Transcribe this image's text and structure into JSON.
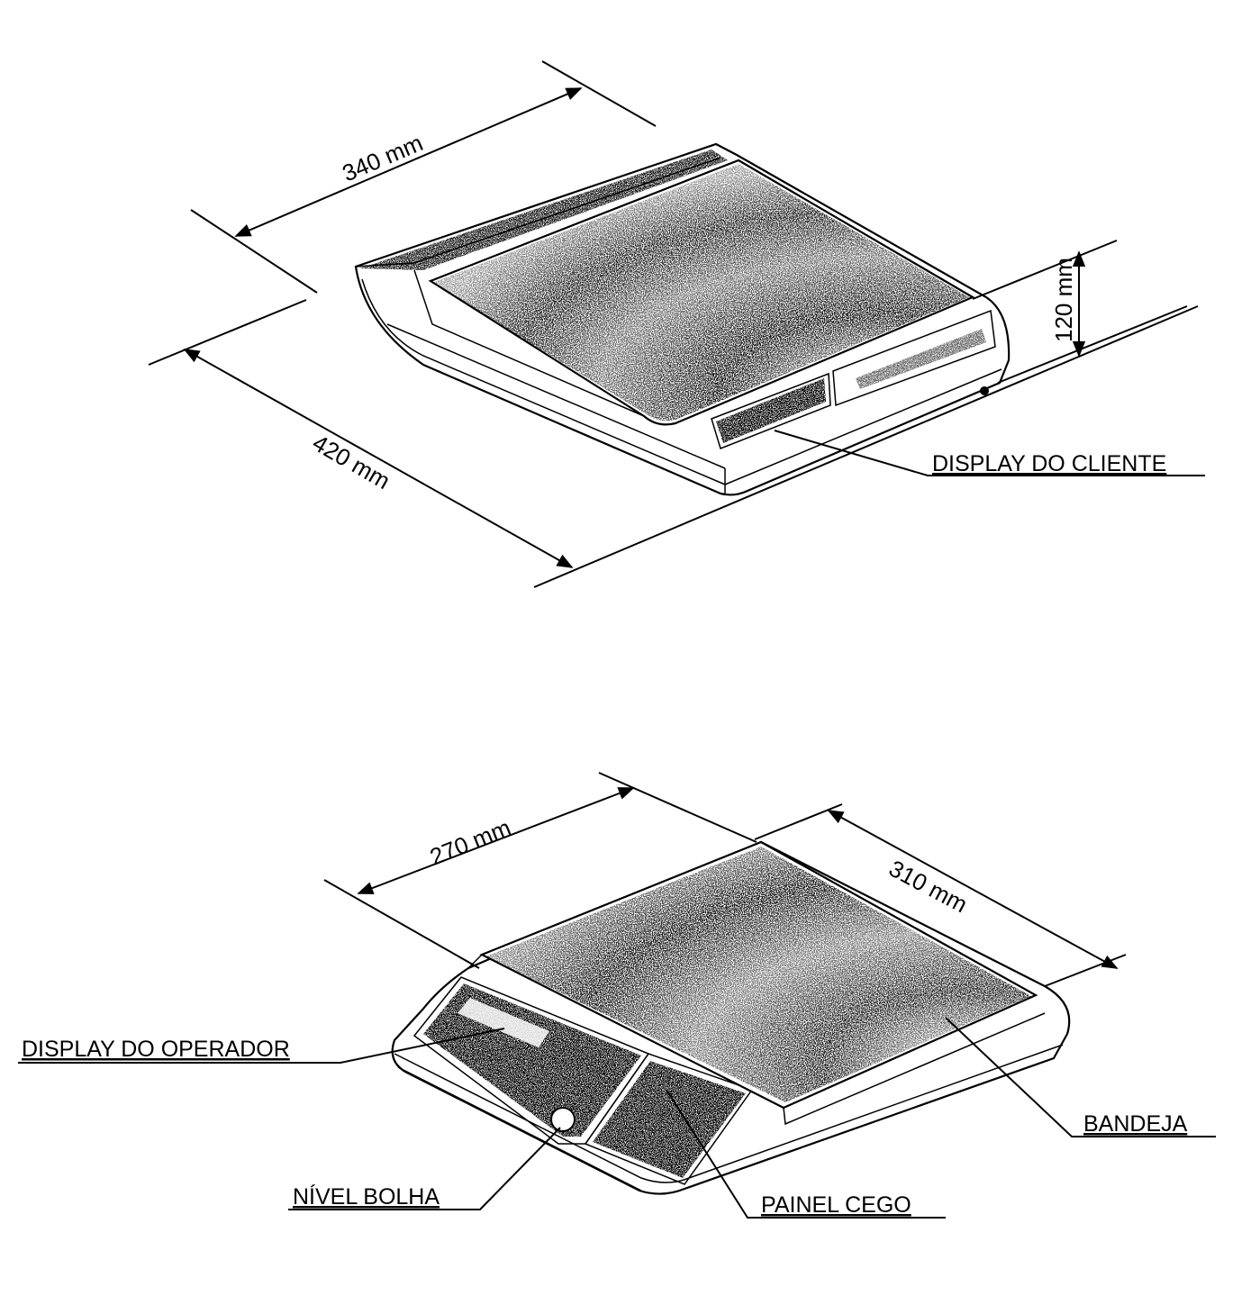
{
  "figure_top": {
    "dimensions": {
      "width": "340 mm",
      "depth": "420 mm",
      "height": "120 mm"
    },
    "callouts": {
      "customer_display": "DISPLAY DO CLIENTE"
    }
  },
  "figure_bottom": {
    "dimensions": {
      "width": "270 mm",
      "depth": "310 mm"
    },
    "callouts": {
      "operator_display": "DISPLAY DO OPERADOR",
      "bubble_level": "NÍVEL BOLHA",
      "blind_panel": "PAINEL CEGO",
      "tray": "BANDEJA"
    }
  }
}
